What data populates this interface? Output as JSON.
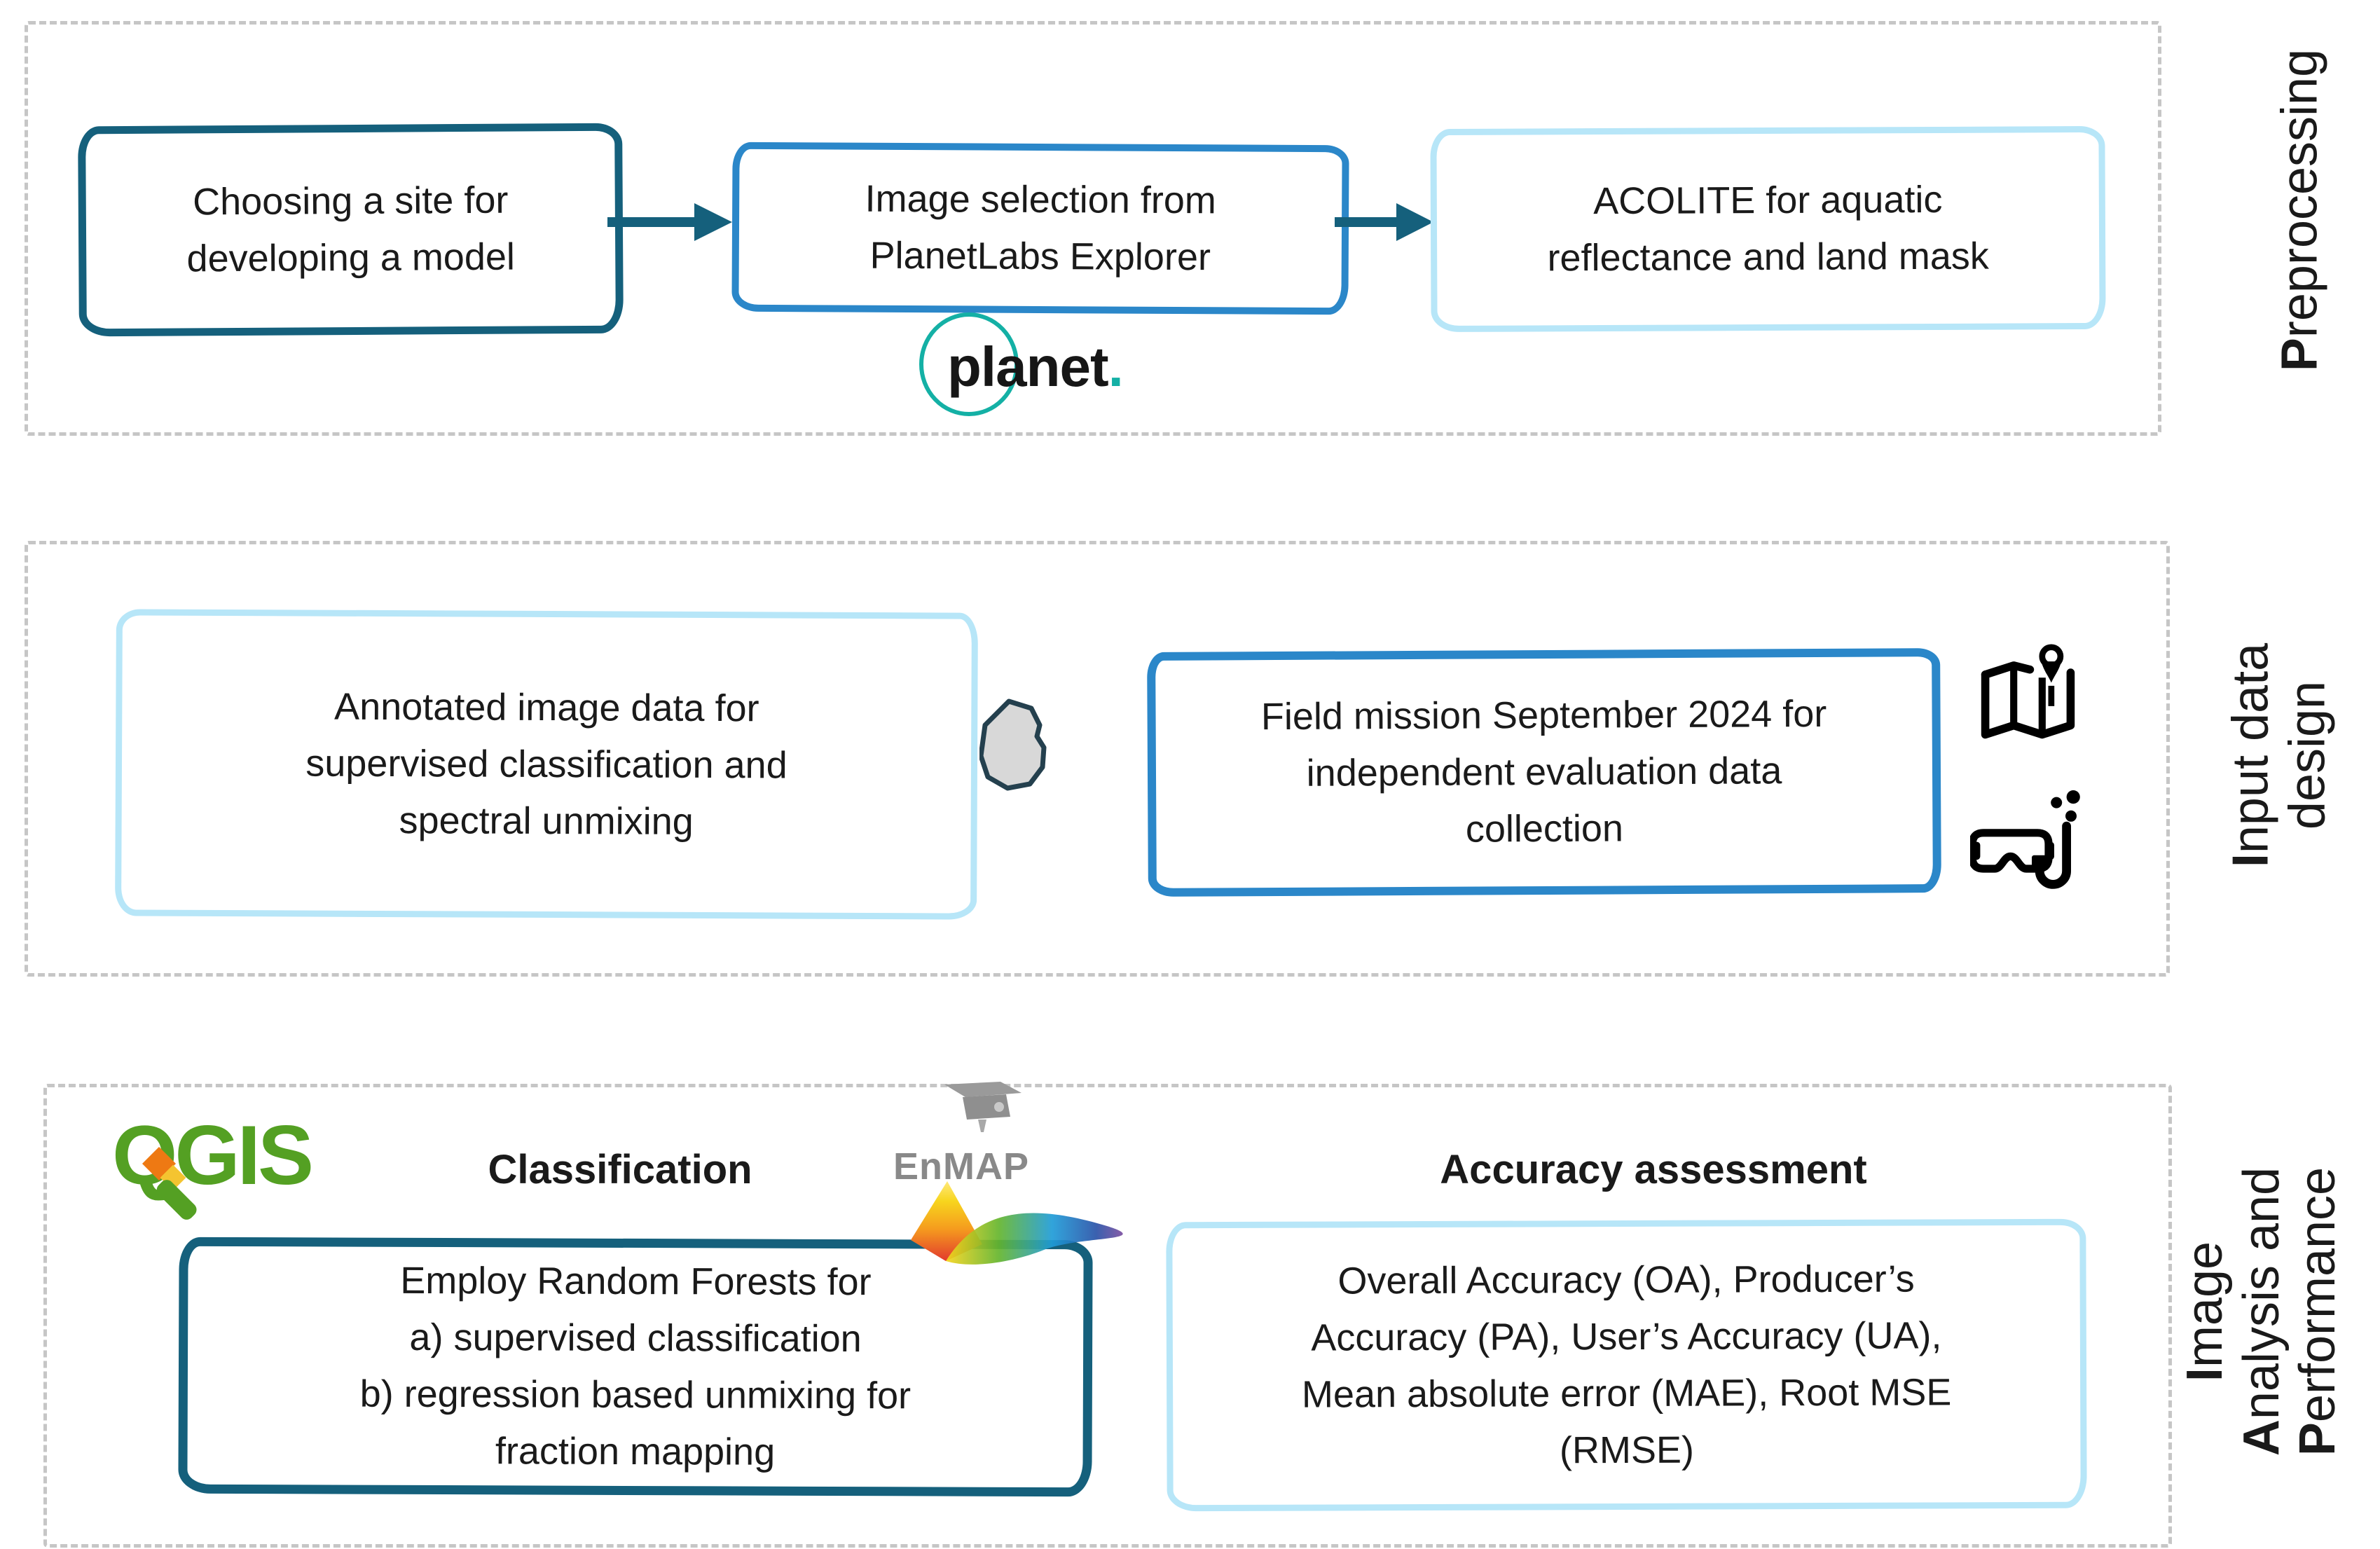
{
  "colors": {
    "dark_teal": "#15607c",
    "medium_blue": "#2b87c9",
    "light_blue": "#b7e6f8",
    "section_dash": "#c6c6c6",
    "planet_teal": "#14b0a5",
    "qgis_green": "#54a023",
    "enmap_gray": "#898989",
    "island_fill": "#d8d8d8",
    "island_stroke": "#24404e"
  },
  "top": {
    "box1_text": "Choosing a site for\ndeveloping a model",
    "box2_text": "Image selection from\nPlanetLabs Explorer",
    "box3_text": "ACOLITE for aquatic\nreflectance and land mask",
    "planet_logo_text": "planet",
    "planet_logo_dot": "."
  },
  "middle": {
    "box_left_text": "Annotated image data for\nsupervised classification and\nspectral unmixing",
    "box_right_text": "Field mission September 2024 for\nindependent evaluation data\ncollection"
  },
  "bottom": {
    "qgis_logo_text": "QGIS",
    "classification_header": "Classification",
    "enmap_logo_text": "EnMAP",
    "box_left_text": "Employ Random Forests for\na) supervised classification\nb) regression based unmixing for\nfraction mapping",
    "accuracy_header": "Accuracy assessment",
    "box_right_text": "Overall Accuracy (OA), Producer’s\nAccuracy (PA), User’s Accuracy (UA),\nMean absolute error (MAE), Root MSE\n(RMSE)"
  },
  "side_labels": {
    "preprocessing": {
      "bold": "P",
      "rest": "reprocessing"
    },
    "input_data": {
      "line1_bold": "I",
      "line1_rest": "nput data",
      "line2": "design"
    },
    "image_analysis": {
      "line1_bold": "I",
      "line1_rest": "mage",
      "line2_bold": "A",
      "line2_rest": "nalysis and",
      "line3_bold": "P",
      "line3_rest": "erformance"
    }
  }
}
